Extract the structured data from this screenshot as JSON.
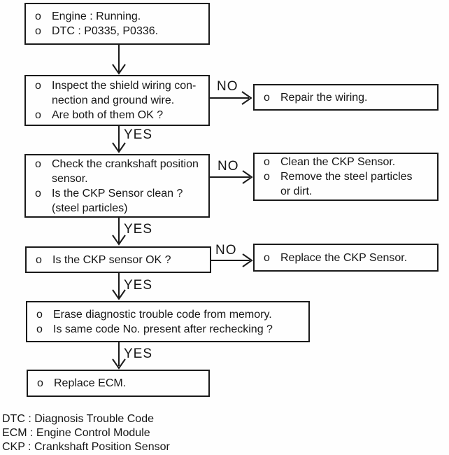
{
  "bullet": "o",
  "labels": {
    "yes": "YES",
    "no": "NO"
  },
  "boxes": {
    "start": {
      "items": [
        "Engine : Running.",
        "DTC : P0335, P0336."
      ]
    },
    "inspect_wiring": {
      "items": [
        "Inspect the shield wiring con-\nnection and ground wire.",
        "Are both of them OK ?"
      ]
    },
    "repair_wiring": {
      "items": [
        "Repair the wiring."
      ]
    },
    "check_ckp": {
      "items": [
        "Check the crankshaft position\nsensor.",
        "Is the CKP Sensor clean ?\n(steel particles)"
      ]
    },
    "clean_ckp": {
      "items": [
        "Clean the CKP Sensor.",
        "Remove the steel particles\nor dirt."
      ]
    },
    "ckp_ok": {
      "items": [
        "Is the CKP sensor OK ?"
      ]
    },
    "replace_ckp": {
      "items": [
        "Replace the CKP Sensor."
      ]
    },
    "erase_dtc": {
      "items": [
        "Erase diagnostic trouble code from memory.",
        "Is same code No. present after rechecking ?"
      ]
    },
    "replace_ecm": {
      "items": [
        "Replace ECM."
      ]
    }
  },
  "legend": [
    "DTC : Diagnosis Trouble Code",
    "ECM : Engine Control Module",
    "CKP : Crankshaft Position Sensor"
  ]
}
